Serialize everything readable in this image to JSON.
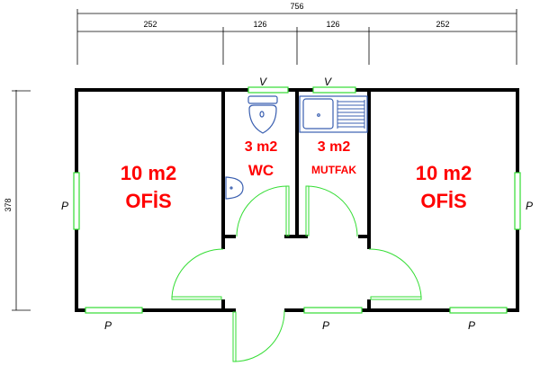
{
  "dimensions": {
    "total": "756",
    "segments": [
      "252",
      "126",
      "126",
      "252"
    ],
    "height": "378"
  },
  "rooms": [
    {
      "area": "10 m2",
      "name": "OFİS"
    },
    {
      "area": "3 m2",
      "name": "WC"
    },
    {
      "area": "3 m2",
      "name": "MUTFAK"
    },
    {
      "area": "10 m2",
      "name": "OFİS"
    }
  ],
  "windows": {
    "top": [
      "V",
      "V"
    ],
    "left": "P",
    "right": "P",
    "bottom": [
      "P",
      "P",
      "P"
    ]
  },
  "colors": {
    "walls": "#000000",
    "room_labels": "#ff0000",
    "openings": "#33dd33",
    "fixtures": "#3a5fb0"
  }
}
